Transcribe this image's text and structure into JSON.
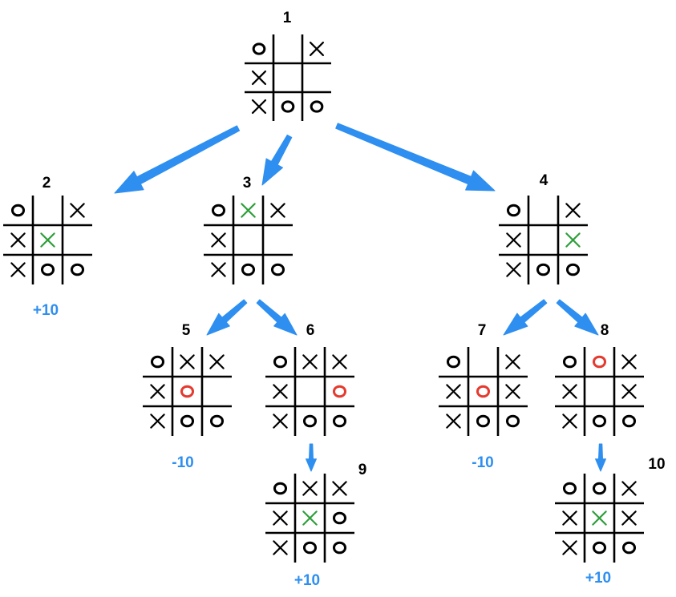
{
  "diagram": {
    "colors": {
      "arrow": "#2e8ff0",
      "grid": "#000000",
      "mark_default": "#000000",
      "mark_new_x": "#2e9e3a",
      "mark_new_o": "#e53a2f",
      "score": "#2e8ff0"
    },
    "nodes": [
      {
        "id": "1",
        "label": "1",
        "score": "",
        "board": [
          "O",
          "",
          "X",
          "X",
          "",
          "",
          "X",
          "O",
          "O"
        ],
        "highlight": []
      },
      {
        "id": "2",
        "label": "2",
        "score": "+10",
        "board": [
          "O",
          "",
          "X",
          "X",
          "X",
          "",
          "X",
          "O",
          "O"
        ],
        "highlight": [
          4
        ]
      },
      {
        "id": "3",
        "label": "3",
        "score": "",
        "board": [
          "O",
          "X",
          "X",
          "X",
          "",
          "",
          "X",
          "O",
          "O"
        ],
        "highlight": [
          1
        ]
      },
      {
        "id": "4",
        "label": "4",
        "score": "",
        "board": [
          "O",
          "",
          "X",
          "X",
          "",
          "X",
          "X",
          "O",
          "O"
        ],
        "highlight": [
          5
        ]
      },
      {
        "id": "5",
        "label": "5",
        "score": "-10",
        "board": [
          "O",
          "X",
          "X",
          "X",
          "O",
          "",
          "X",
          "O",
          "O"
        ],
        "highlight": [
          4
        ]
      },
      {
        "id": "6",
        "label": "6",
        "score": "",
        "board": [
          "O",
          "X",
          "X",
          "X",
          "",
          "O",
          "X",
          "O",
          "O"
        ],
        "highlight": [
          5
        ]
      },
      {
        "id": "7",
        "label": "7",
        "score": "-10",
        "board": [
          "O",
          "",
          "X",
          "X",
          "O",
          "X",
          "X",
          "O",
          "O"
        ],
        "highlight": [
          4
        ]
      },
      {
        "id": "8",
        "label": "8",
        "score": "",
        "board": [
          "O",
          "O",
          "X",
          "X",
          "",
          "X",
          "X",
          "O",
          "O"
        ],
        "highlight": [
          1
        ]
      },
      {
        "id": "9",
        "label": "9",
        "score": "+10",
        "board": [
          "O",
          "X",
          "X",
          "X",
          "X",
          "O",
          "X",
          "O",
          "O"
        ],
        "highlight": [
          4
        ]
      },
      {
        "id": "10",
        "label": "10",
        "score": "+10",
        "board": [
          "O",
          "O",
          "X",
          "X",
          "X",
          "X",
          "X",
          "O",
          "O"
        ],
        "highlight": [
          4
        ]
      }
    ],
    "edges": [
      {
        "from": "1",
        "to": "2"
      },
      {
        "from": "1",
        "to": "3"
      },
      {
        "from": "1",
        "to": "4"
      },
      {
        "from": "3",
        "to": "5"
      },
      {
        "from": "3",
        "to": "6"
      },
      {
        "from": "4",
        "to": "7"
      },
      {
        "from": "4",
        "to": "8"
      },
      {
        "from": "6",
        "to": "9"
      },
      {
        "from": "8",
        "to": "10"
      }
    ]
  }
}
